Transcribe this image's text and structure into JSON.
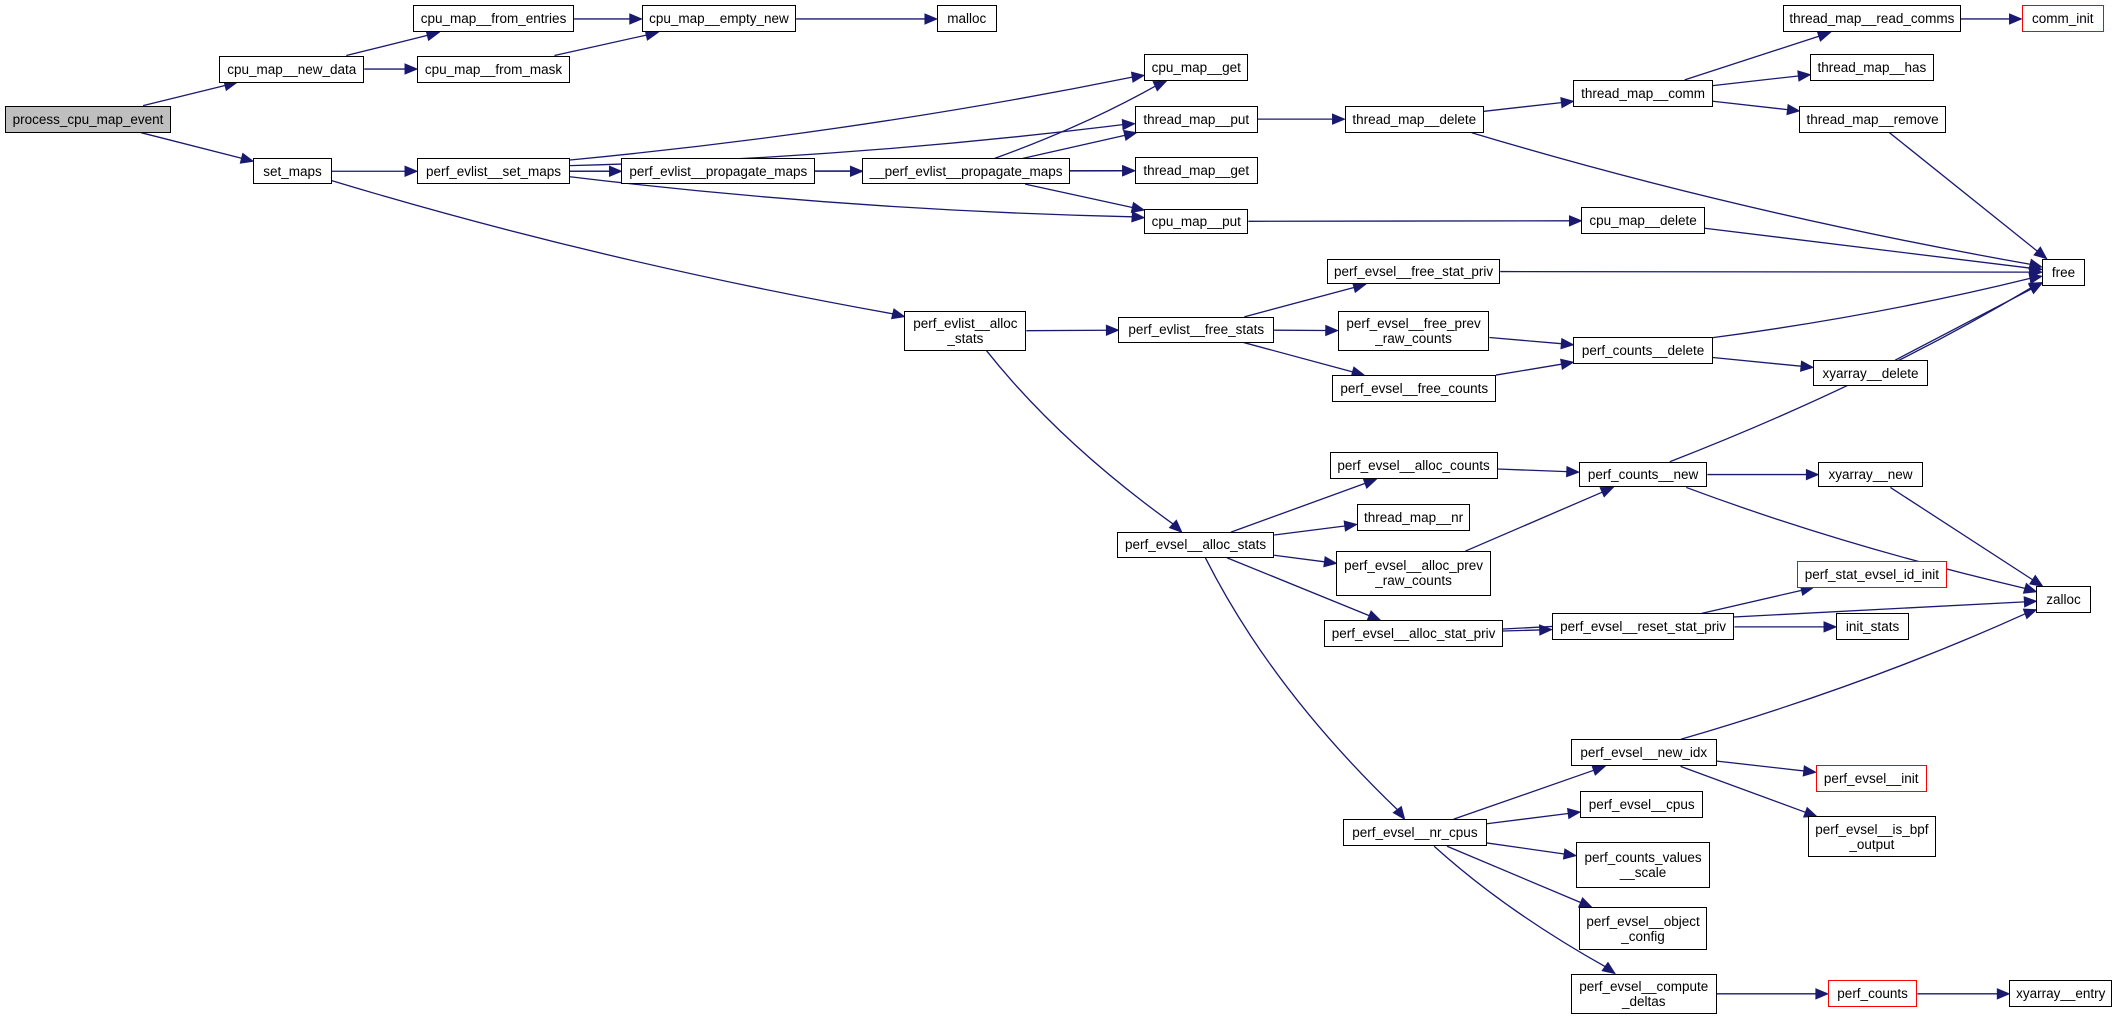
{
  "diagram": {
    "type": "call-graph",
    "root": "process_cpu_map_event",
    "colors": {
      "edge": "#191970",
      "node_border": "#000000",
      "root_fill": "#bfbfbf",
      "external_border": "#ff0000"
    },
    "nodes": [
      {
        "id": "process_cpu_map_event",
        "label": "process_cpu_map_event",
        "kind": "root"
      },
      {
        "id": "cpu_map__new_data",
        "label": "cpu_map__new_data",
        "kind": "normal"
      },
      {
        "id": "set_maps",
        "label": "set_maps",
        "kind": "normal"
      },
      {
        "id": "cpu_map__from_entries",
        "label": "cpu_map__from_entries",
        "kind": "normal"
      },
      {
        "id": "cpu_map__from_mask",
        "label": "cpu_map__from_mask",
        "kind": "normal"
      },
      {
        "id": "cpu_map__empty_new",
        "label": "cpu_map__empty_new",
        "kind": "normal"
      },
      {
        "id": "malloc",
        "label": "malloc",
        "kind": "normal"
      },
      {
        "id": "perf_evlist__set_maps",
        "label": "perf_evlist__set_maps",
        "kind": "normal"
      },
      {
        "id": "perf_evlist__propagate_maps",
        "label": "perf_evlist__propagate_maps",
        "kind": "normal"
      },
      {
        "id": "__perf_evlist__propagate_maps",
        "label": "__perf_evlist__propagate_maps",
        "kind": "normal"
      },
      {
        "id": "cpu_map__get",
        "label": "cpu_map__get",
        "kind": "normal"
      },
      {
        "id": "thread_map__put",
        "label": "thread_map__put",
        "kind": "normal"
      },
      {
        "id": "thread_map__get",
        "label": "thread_map__get",
        "kind": "normal"
      },
      {
        "id": "cpu_map__put",
        "label": "cpu_map__put",
        "kind": "normal"
      },
      {
        "id": "thread_map__delete",
        "label": "thread_map__delete",
        "kind": "normal"
      },
      {
        "id": "thread_map__comm",
        "label": "thread_map__comm",
        "kind": "normal"
      },
      {
        "id": "thread_map__read_comms",
        "label": "thread_map__read_comms",
        "kind": "normal"
      },
      {
        "id": "comm_init",
        "label": "comm_init",
        "kind": "external"
      },
      {
        "id": "thread_map__has",
        "label": "thread_map__has",
        "kind": "normal"
      },
      {
        "id": "thread_map__remove",
        "label": "thread_map__remove",
        "kind": "normal"
      },
      {
        "id": "cpu_map__delete",
        "label": "cpu_map__delete",
        "kind": "normal"
      },
      {
        "id": "free",
        "label": "free",
        "kind": "normal"
      },
      {
        "id": "perf_evlist__alloc_stats",
        "label": "perf_evlist__alloc\n_stats",
        "kind": "normal"
      },
      {
        "id": "perf_evlist__free_stats",
        "label": "perf_evlist__free_stats",
        "kind": "normal"
      },
      {
        "id": "perf_evsel__free_stat_priv",
        "label": "perf_evsel__free_stat_priv",
        "kind": "normal"
      },
      {
        "id": "perf_evsel__free_prev_raw_counts",
        "label": "perf_evsel__free_prev\n_raw_counts",
        "kind": "normal"
      },
      {
        "id": "perf_evsel__free_counts",
        "label": "perf_evsel__free_counts",
        "kind": "normal"
      },
      {
        "id": "perf_counts__delete",
        "label": "perf_counts__delete",
        "kind": "normal"
      },
      {
        "id": "xyarray__delete",
        "label": "xyarray__delete",
        "kind": "normal"
      },
      {
        "id": "perf_evsel__alloc_counts",
        "label": "perf_evsel__alloc_counts",
        "kind": "normal"
      },
      {
        "id": "perf_counts__new",
        "label": "perf_counts__new",
        "kind": "normal"
      },
      {
        "id": "xyarray__new",
        "label": "xyarray__new",
        "kind": "normal"
      },
      {
        "id": "thread_map__nr",
        "label": "thread_map__nr",
        "kind": "normal"
      },
      {
        "id": "perf_evsel__alloc_stats",
        "label": "perf_evsel__alloc_stats",
        "kind": "normal"
      },
      {
        "id": "perf_evsel__alloc_prev_raw_counts",
        "label": "perf_evsel__alloc_prev\n_raw_counts",
        "kind": "normal"
      },
      {
        "id": "perf_evsel__alloc_stat_priv",
        "label": "perf_evsel__alloc_stat_priv",
        "kind": "normal"
      },
      {
        "id": "perf_evsel__reset_stat_priv",
        "label": "perf_evsel__reset_stat_priv",
        "kind": "normal"
      },
      {
        "id": "perf_stat_evsel_id_init",
        "label": "perf_stat_evsel_id_init",
        "kind": "external"
      },
      {
        "id": "init_stats",
        "label": "init_stats",
        "kind": "normal"
      },
      {
        "id": "zalloc",
        "label": "zalloc",
        "kind": "normal"
      },
      {
        "id": "perf_evsel__new_idx",
        "label": "perf_evsel__new_idx",
        "kind": "normal"
      },
      {
        "id": "perf_evsel__init",
        "label": "perf_evsel__init",
        "kind": "external"
      },
      {
        "id": "perf_evsel__is_bpf_output",
        "label": "perf_evsel__is_bpf\n_output",
        "kind": "normal"
      },
      {
        "id": "perf_evsel__cpus",
        "label": "perf_evsel__cpus",
        "kind": "normal"
      },
      {
        "id": "perf_evsel__nr_cpus",
        "label": "perf_evsel__nr_cpus",
        "kind": "normal"
      },
      {
        "id": "perf_counts_values__scale",
        "label": "perf_counts_values\n__scale",
        "kind": "normal"
      },
      {
        "id": "perf_evsel__object_config",
        "label": "perf_evsel__object\n_config",
        "kind": "normal"
      },
      {
        "id": "perf_evsel__compute_deltas",
        "label": "perf_evsel__compute\n_deltas",
        "kind": "normal"
      },
      {
        "id": "perf_counts",
        "label": "perf_counts",
        "kind": "external"
      },
      {
        "id": "xyarray__entry",
        "label": "xyarray__entry",
        "kind": "normal"
      }
    ],
    "edges": [
      [
        "process_cpu_map_event",
        "cpu_map__new_data"
      ],
      [
        "process_cpu_map_event",
        "set_maps"
      ],
      [
        "cpu_map__new_data",
        "cpu_map__from_entries"
      ],
      [
        "cpu_map__new_data",
        "cpu_map__from_mask"
      ],
      [
        "cpu_map__from_entries",
        "cpu_map__empty_new"
      ],
      [
        "cpu_map__from_mask",
        "cpu_map__empty_new"
      ],
      [
        "cpu_map__empty_new",
        "malloc"
      ],
      [
        "set_maps",
        "perf_evlist__set_maps"
      ],
      [
        "set_maps",
        "perf_evlist__alloc_stats"
      ],
      [
        "perf_evlist__set_maps",
        "cpu_map__get"
      ],
      [
        "perf_evlist__set_maps",
        "thread_map__put"
      ],
      [
        "perf_evlist__set_maps",
        "perf_evlist__propagate_maps"
      ],
      [
        "perf_evlist__set_maps",
        "thread_map__get"
      ],
      [
        "perf_evlist__set_maps",
        "cpu_map__put"
      ],
      [
        "perf_evlist__propagate_maps",
        "__perf_evlist__propagate_maps"
      ],
      [
        "__perf_evlist__propagate_maps",
        "cpu_map__get"
      ],
      [
        "__perf_evlist__propagate_maps",
        "thread_map__put"
      ],
      [
        "__perf_evlist__propagate_maps",
        "thread_map__get"
      ],
      [
        "__perf_evlist__propagate_maps",
        "cpu_map__put"
      ],
      [
        "thread_map__put",
        "thread_map__delete"
      ],
      [
        "thread_map__delete",
        "thread_map__comm"
      ],
      [
        "thread_map__delete",
        "free"
      ],
      [
        "thread_map__comm",
        "thread_map__read_comms"
      ],
      [
        "thread_map__comm",
        "thread_map__has"
      ],
      [
        "thread_map__comm",
        "thread_map__remove"
      ],
      [
        "thread_map__read_comms",
        "comm_init"
      ],
      [
        "thread_map__remove",
        "free"
      ],
      [
        "cpu_map__put",
        "cpu_map__delete"
      ],
      [
        "cpu_map__delete",
        "free"
      ],
      [
        "perf_evlist__alloc_stats",
        "perf_evlist__free_stats"
      ],
      [
        "perf_evlist__alloc_stats",
        "perf_evsel__alloc_stats"
      ],
      [
        "perf_evlist__free_stats",
        "perf_evsel__free_stat_priv"
      ],
      [
        "perf_evlist__free_stats",
        "perf_evsel__free_prev_raw_counts"
      ],
      [
        "perf_evlist__free_stats",
        "perf_evsel__free_counts"
      ],
      [
        "perf_evsel__free_stat_priv",
        "free"
      ],
      [
        "perf_evsel__free_prev_raw_counts",
        "perf_counts__delete"
      ],
      [
        "perf_evsel__free_counts",
        "perf_counts__delete"
      ],
      [
        "perf_counts__delete",
        "free"
      ],
      [
        "perf_counts__delete",
        "xyarray__delete"
      ],
      [
        "xyarray__delete",
        "free"
      ],
      [
        "perf_evsel__alloc_stats",
        "perf_evsel__alloc_counts"
      ],
      [
        "perf_evsel__alloc_stats",
        "thread_map__nr"
      ],
      [
        "perf_evsel__alloc_stats",
        "perf_evsel__alloc_prev_raw_counts"
      ],
      [
        "perf_evsel__alloc_stats",
        "perf_evsel__alloc_stat_priv"
      ],
      [
        "perf_evsel__alloc_stats",
        "perf_evsel__nr_cpus"
      ],
      [
        "perf_evsel__alloc_counts",
        "perf_counts__new"
      ],
      [
        "perf_evsel__alloc_prev_raw_counts",
        "perf_counts__new"
      ],
      [
        "perf_counts__new",
        "free"
      ],
      [
        "perf_counts__new",
        "xyarray__new"
      ],
      [
        "perf_counts__new",
        "zalloc"
      ],
      [
        "xyarray__new",
        "zalloc"
      ],
      [
        "perf_evsel__alloc_stat_priv",
        "perf_evsel__reset_stat_priv"
      ],
      [
        "perf_evsel__alloc_stat_priv",
        "zalloc"
      ],
      [
        "perf_evsel__reset_stat_priv",
        "perf_stat_evsel_id_init"
      ],
      [
        "perf_evsel__reset_stat_priv",
        "init_stats"
      ],
      [
        "perf_evsel__nr_cpus",
        "perf_evsel__new_idx"
      ],
      [
        "perf_evsel__nr_cpus",
        "perf_evsel__cpus"
      ],
      [
        "perf_evsel__nr_cpus",
        "perf_counts_values__scale"
      ],
      [
        "perf_evsel__nr_cpus",
        "perf_evsel__object_config"
      ],
      [
        "perf_evsel__nr_cpus",
        "perf_evsel__compute_deltas"
      ],
      [
        "perf_evsel__new_idx",
        "zalloc"
      ],
      [
        "perf_evsel__new_idx",
        "perf_evsel__init"
      ],
      [
        "perf_evsel__new_idx",
        "perf_evsel__is_bpf_output"
      ],
      [
        "perf_evsel__compute_deltas",
        "perf_counts"
      ],
      [
        "perf_counts",
        "xyarray__entry"
      ]
    ]
  }
}
